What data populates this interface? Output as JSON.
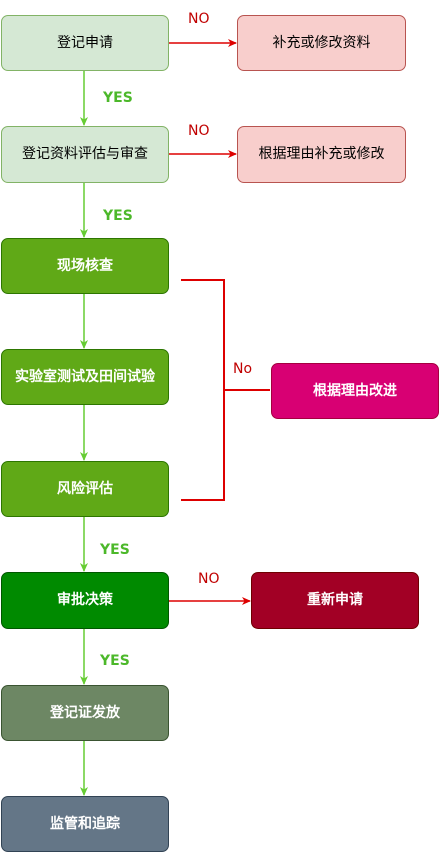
{
  "nodes": {
    "apply": "登记申请",
    "supplement": "补充或修改资料",
    "evaluate": "登记资料评估与审查",
    "modify_by_reason": "根据理由补充或修改",
    "site_check": "现场核查",
    "lab_test": "实验室测试及田间试验",
    "risk": "风险评估",
    "improve": "根据理由改进",
    "approve": "审批决策",
    "reapply": "重新申请",
    "certificate": "登记证发放",
    "supervise": "监管和追踪"
  },
  "labels": {
    "no1": "NO",
    "yes1": "YES",
    "no2": "NO",
    "yes2": "YES",
    "no3": "No",
    "yes3": "YES",
    "no4": "NO",
    "yes4": "YES"
  },
  "colors": {
    "light_green": "#d5e8d4",
    "light_green_border": "#82b366",
    "light_red": "#f8cecc",
    "light_red_border": "#b85450",
    "mid_green": "#60a917",
    "mid_green_border": "#2d7600",
    "dark_green": "#008a00",
    "dark_green_border": "#005700",
    "magenta": "#d80073",
    "magenta_border": "#a50040",
    "dark_red": "#a20025",
    "dark_red_border": "#6f0000",
    "gray_green": "#6d8764",
    "gray_green_border": "#3a5431",
    "slate": "#647687",
    "slate_border": "#314354",
    "arrow_green": "#66cc33",
    "arrow_red": "#dd0000"
  }
}
